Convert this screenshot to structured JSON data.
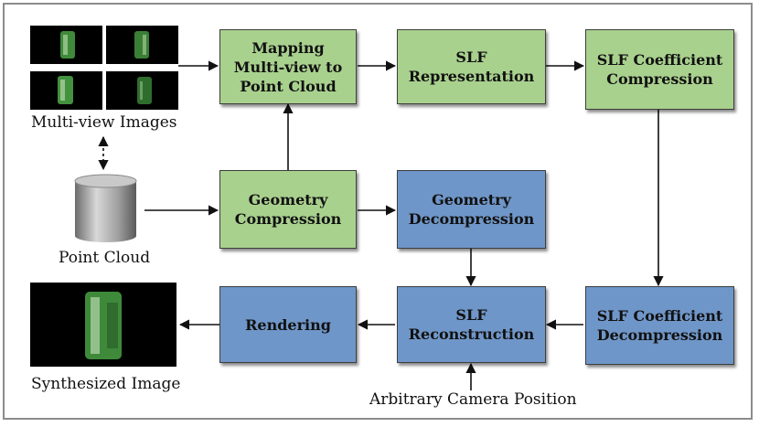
{
  "boxes": {
    "mapping": "Mapping\nMulti-view to\nPoint Cloud",
    "slf_rep": "SLF\nRepresentation",
    "slf_coef_comp": "SLF Coefficient\nCompression",
    "geo_comp": "Geometry\nCompression",
    "geo_decomp": "Geometry\nDecompression",
    "rendering": "Rendering",
    "slf_recon": "SLF\nReconstruction",
    "slf_coef_decomp": "SLF Coefficient\nDecompression"
  },
  "captions": {
    "multiview": "Multi-view Images",
    "point_cloud": "Point Cloud",
    "synthesized": "Synthesized Image",
    "camera": "Arbitrary Camera Position"
  },
  "colors": {
    "encoder_box": "#a9d18e",
    "decoder_box": "#6f96c8",
    "frame": "#8c8c8c"
  }
}
